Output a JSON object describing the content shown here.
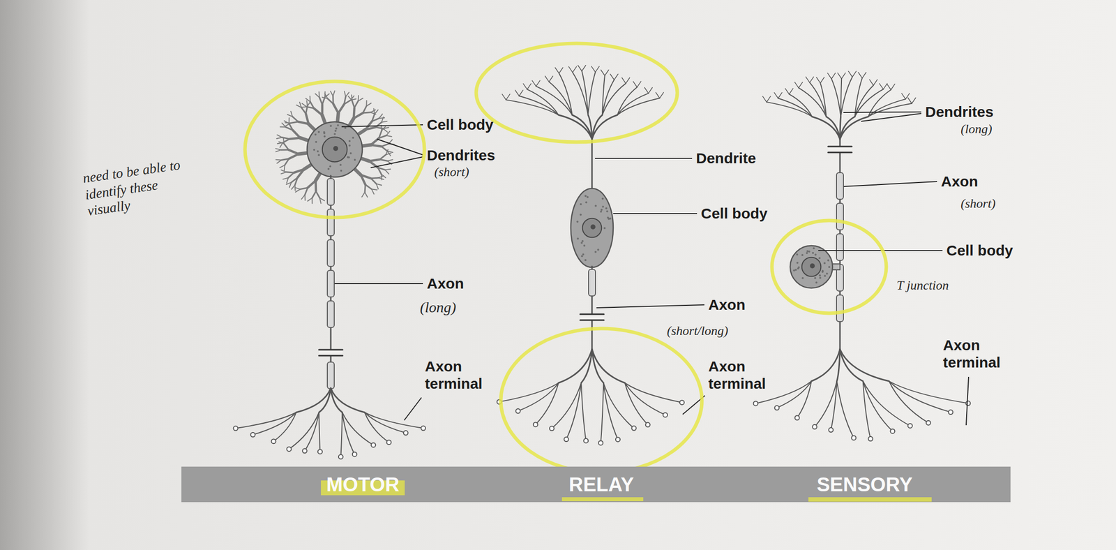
{
  "diagram": {
    "nodes": [
      {
        "text": [
          "MOTOR",
          "RELAY",
          "SENSORY"
        ]
      }
    ],
    "labels": [
      "Cell body",
      "Dendrites",
      "(short)",
      "Axon",
      "(long)",
      "Axon terminal",
      "Dendrite",
      "Cell body",
      "Axon",
      "(short/long)",
      "Axon terminal",
      "Dendrites",
      "(long)",
      "Axon",
      "(short)",
      "Cell body",
      "T junction",
      "Axon terminal",
      "need to be able to identify these visually"
    ]
  }
}
